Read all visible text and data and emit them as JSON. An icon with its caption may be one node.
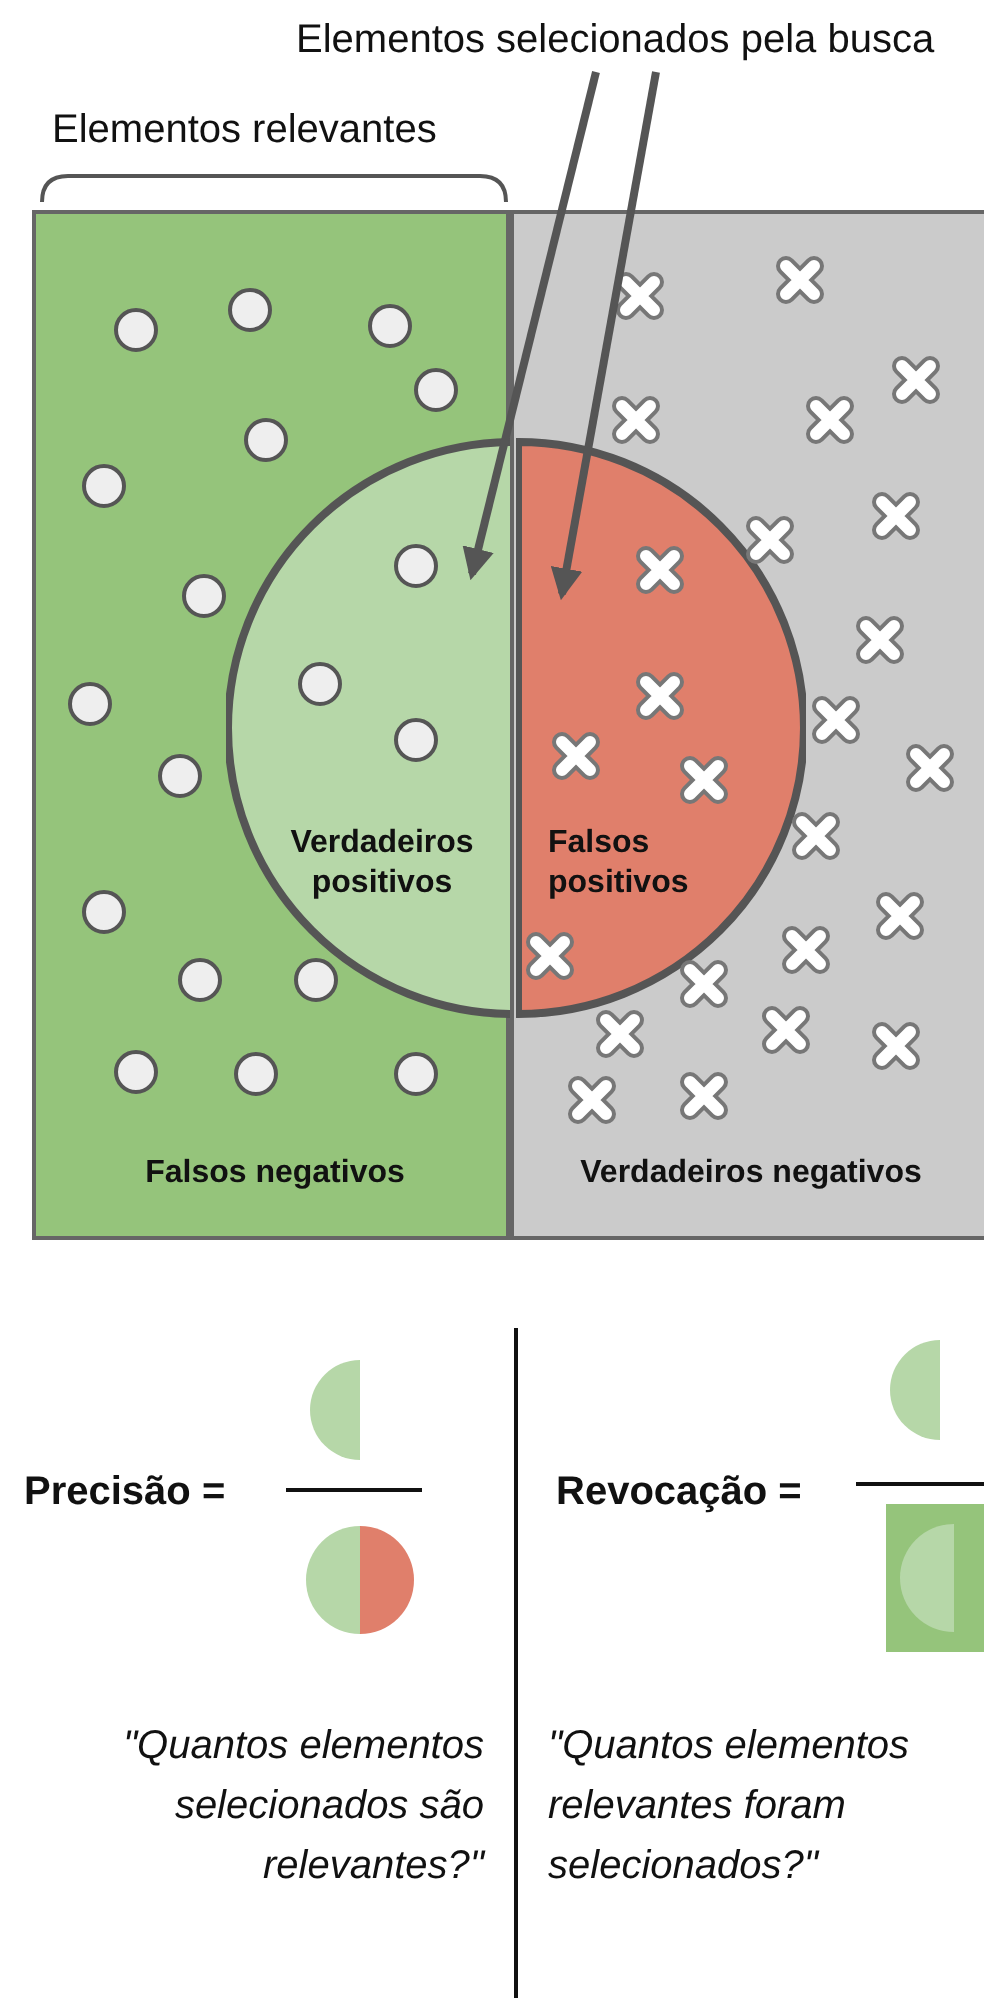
{
  "diagram": {
    "nodes": [
      {
        "text": [
          "Falsos negativos"
        ]
      },
      {
        "text": [
          "Verdadeiros negativos"
        ]
      },
      {
        "text": [
          "Verdadeiros positivos"
        ],
        "in": 0
      },
      {
        "text": [
          "Falsos positivos"
        ],
        "in": 1
      },
      {
        "text": [
          "Elementos selecionados pela busca"
        ]
      }
    ],
    "edges": [
      {
        "from": 4,
        "to": 2,
        "arrow": "to"
      },
      {
        "from": 4,
        "to": 3,
        "arrow": "to"
      }
    ],
    "labels": [
      "Elementos relevantes",
      "Precisão =",
      "Revocação =",
      "\"Quantos elementos selecionados são relevantes?\"",
      "\"Quantos elementos relevantes foram selecionados?\""
    ]
  }
}
